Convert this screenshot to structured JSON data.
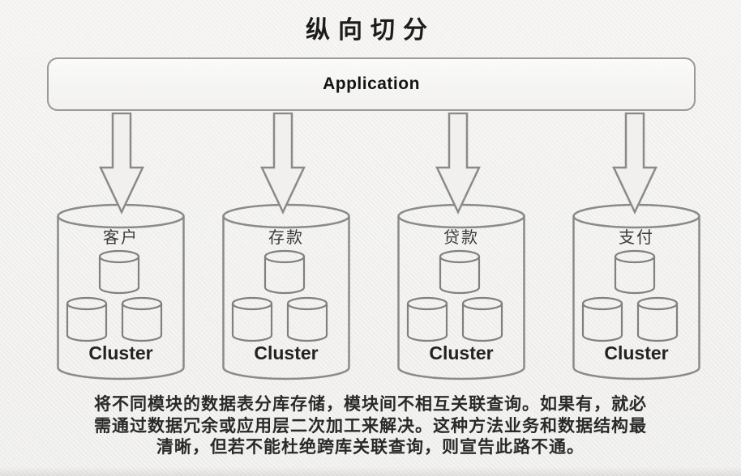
{
  "title": "纵向切分",
  "application": {
    "label": "Application"
  },
  "clusters": [
    {
      "name": "客户",
      "label": "Cluster"
    },
    {
      "name": "存款",
      "label": "Cluster"
    },
    {
      "name": "贷款",
      "label": "Cluster"
    },
    {
      "name": "支付",
      "label": "Cluster"
    }
  ],
  "caption": {
    "lines": [
      "将不同模块的数据表分库存储，模块间不相互关联查询。如果有，就必",
      "需通过数据冗余或应用层二次加工来解决。这种方法业务和数据结构最",
      "清晰，但若不能杜绝跨库关联查询，则宣告此路不通。"
    ]
  },
  "colors": {
    "background": "#f1f0ee",
    "stroke": "#8a8a8a",
    "text": "#1c1c1c"
  }
}
